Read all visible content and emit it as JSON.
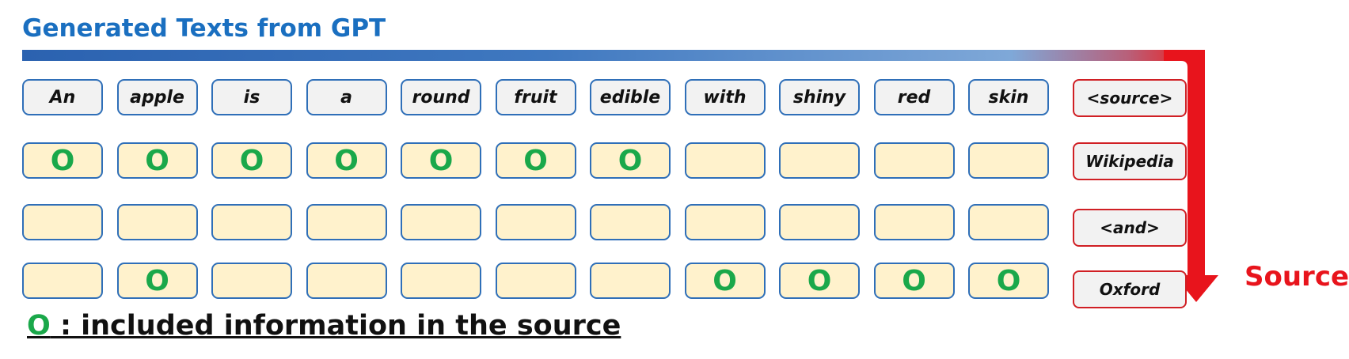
{
  "title": "Generated Texts from GPT",
  "words": [
    "An",
    "apple",
    "is",
    "a",
    "round",
    "fruit",
    "edible",
    "with",
    "shiny",
    "red",
    "skin"
  ],
  "rows": [
    {
      "source": "Wikipedia",
      "marks": [
        1,
        1,
        1,
        1,
        1,
        1,
        1,
        0,
        0,
        0,
        0
      ]
    },
    {
      "source": "<and>",
      "marks": [
        0,
        0,
        0,
        0,
        0,
        0,
        0,
        0,
        0,
        0,
        0
      ]
    },
    {
      "source": "Oxford",
      "marks": [
        0,
        1,
        0,
        0,
        0,
        0,
        0,
        1,
        1,
        1,
        1
      ]
    }
  ],
  "header_source": "<source>",
  "mark_symbol": "O",
  "arrow_label": "Source",
  "legend": {
    "symbol": "O",
    "text": " : included information in the source"
  },
  "colors": {
    "mark": "#1aa84a",
    "arrow": "#e8141c",
    "title": "#1a6fc0"
  }
}
